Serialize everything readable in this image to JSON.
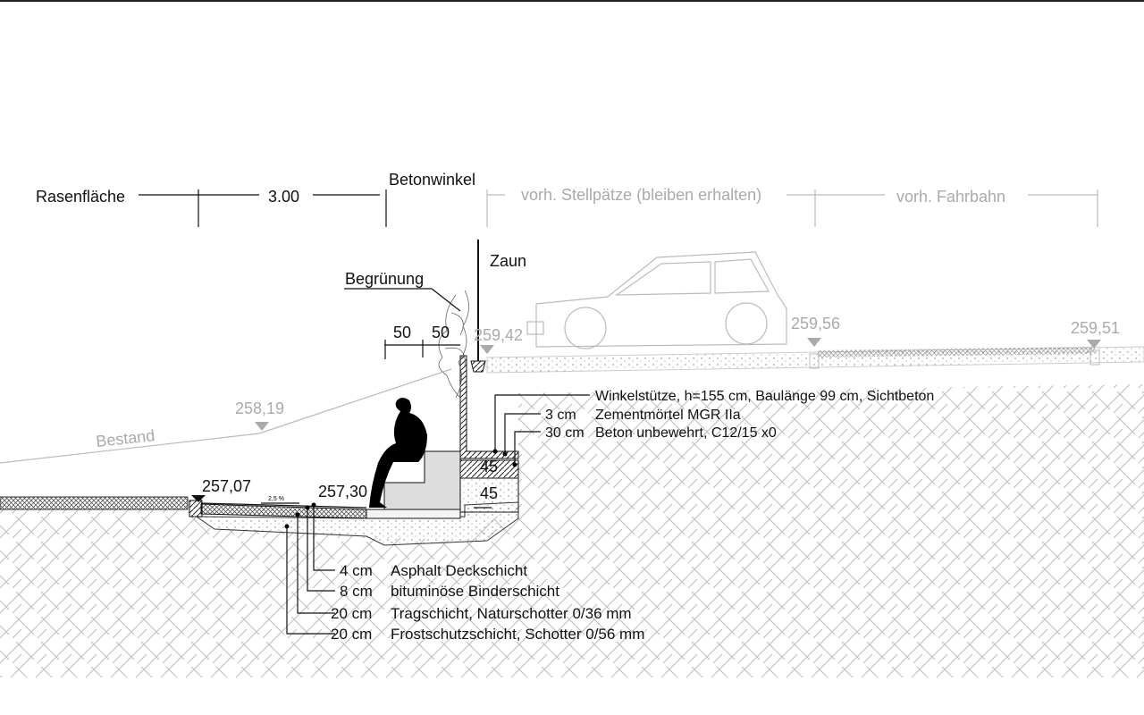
{
  "labels": {
    "rasenflaeche": "Rasenfläche",
    "width_dim": "3.00",
    "betonwinkel": "Betonwinkel",
    "stellplaetze": "vorh. Stellpätze (bleiben erhalten)",
    "fahrbahn": "vorh. Fahrbahn",
    "zaun": "Zaun",
    "begruenung": "Begrünung",
    "dim_50a": "50",
    "dim_50b": "50",
    "bestand": "Bestand",
    "slope": "2,5 %",
    "dim_45a": "45",
    "dim_45b": "45"
  },
  "elevations": {
    "e1": "259,42",
    "e2": "259,56",
    "e3": "259,51",
    "e4": "258,19",
    "e5": "257,07",
    "e6": "257,30"
  },
  "callouts_right": [
    {
      "thickness": "",
      "text": "Winkelstütze, h=155 cm, Baulänge 99 cm, Sichtbeton"
    },
    {
      "thickness": "3 cm",
      "text": "Zementmörtel MGR IIa"
    },
    {
      "thickness": "30 cm",
      "text": "Beton unbewehrt, C12/15 x0"
    }
  ],
  "callouts_bottom": [
    {
      "thickness": "4 cm",
      "text": "Asphalt Deckschicht"
    },
    {
      "thickness": "8 cm",
      "text": "bituminöse Binderschicht"
    },
    {
      "thickness": "20 cm",
      "text": "Tragschicht, Naturschotter 0/36 mm"
    },
    {
      "thickness": "20 cm",
      "text": "Frostschutzschicht, Schotter 0/56 mm"
    }
  ]
}
